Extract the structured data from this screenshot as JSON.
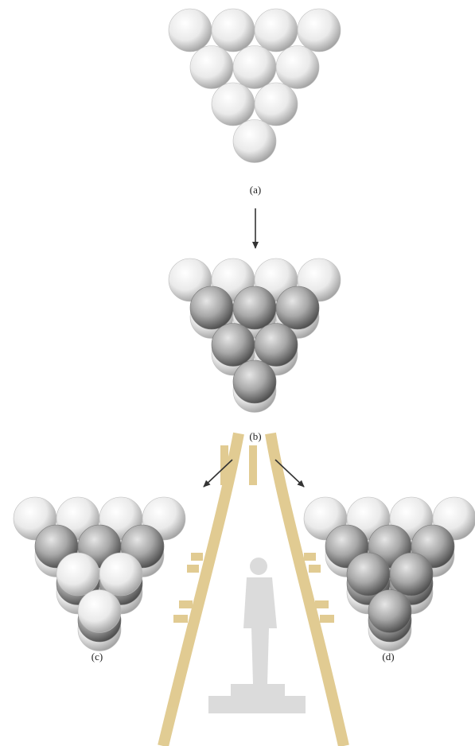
{
  "figure": {
    "labels": {
      "a": "(a)",
      "b": "(b)",
      "c": "(c)",
      "d": "(d)"
    },
    "colors": {
      "light_sphere": "#efefef",
      "light_sphere_shadow": "#9a9a9a",
      "dark_sphere": "#bdbdbd",
      "dark_sphere_shadow": "#444444",
      "arrow": "#333333",
      "watermark": "#c9a23a",
      "watermark_statue": "#bfbfbf"
    },
    "panels": {
      "a": {
        "layers": [
          {
            "tone": "light",
            "rows": [
              4,
              3,
              2,
              1
            ]
          }
        ]
      },
      "b": {
        "layers": [
          {
            "tone": "light",
            "rows": [
              4,
              3,
              2,
              1
            ]
          },
          {
            "tone": "dark",
            "rows": [
              3,
              2,
              1
            ]
          }
        ]
      },
      "c": {
        "layers": [
          {
            "tone": "light",
            "rows": [
              4,
              3,
              2,
              1
            ]
          },
          {
            "tone": "dark",
            "rows": [
              3,
              2,
              1
            ]
          },
          {
            "tone": "light",
            "rows": [
              2,
              1
            ]
          }
        ]
      },
      "d": {
        "layers": [
          {
            "tone": "light",
            "rows": [
              4,
              3,
              2,
              1
            ]
          },
          {
            "tone": "dark",
            "rows": [
              3,
              2,
              1
            ]
          },
          {
            "tone": "dark",
            "rows": [
              2,
              1
            ]
          }
        ]
      }
    },
    "watermark_icon": "university-seal-icon"
  }
}
